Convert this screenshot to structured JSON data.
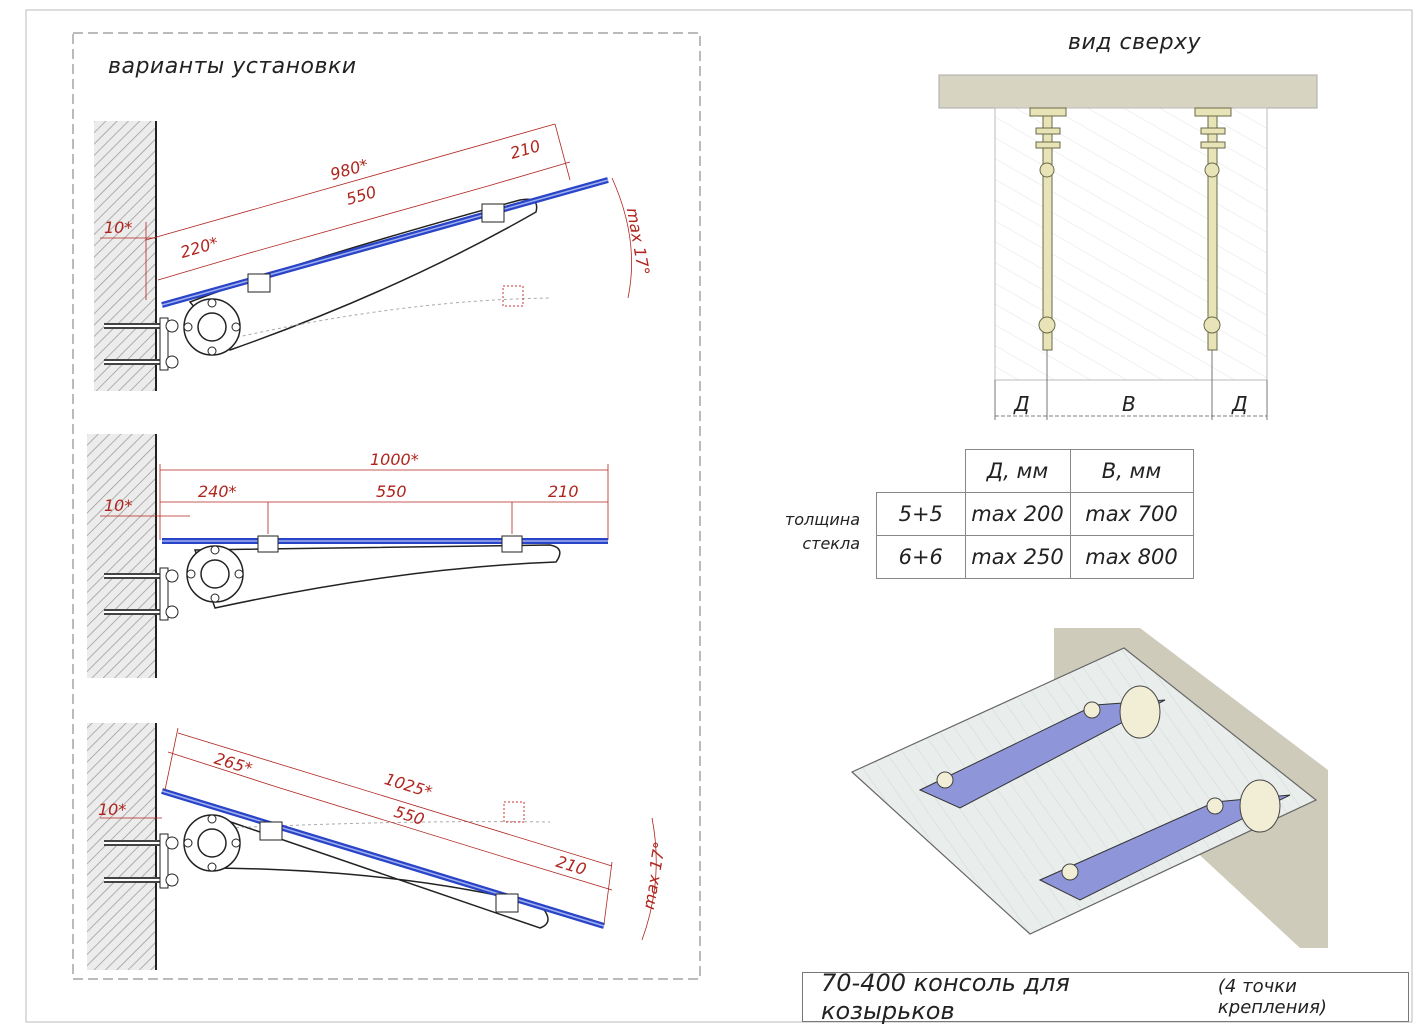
{
  "left_panel": {
    "title": "варианты установки",
    "variant_1": {
      "d_gap": "10*",
      "d_start": "220*",
      "d_mid": "550",
      "d_total": "980*",
      "d_end": "210",
      "angle": "max 17°"
    },
    "variant_2": {
      "d_gap": "10*",
      "d_start": "240*",
      "d_mid": "550",
      "d_total": "1000*",
      "d_end": "210"
    },
    "variant_3": {
      "d_gap": "10*",
      "d_start": "265*",
      "d_mid": "550",
      "d_total": "1025*",
      "d_end": "210",
      "angle": "max 17°"
    }
  },
  "top_view": {
    "title": "вид сверху",
    "label_left": "Д",
    "label_mid": "В",
    "label_right": "Д"
  },
  "spec_table": {
    "row_label_1": "толщина",
    "row_label_2": "стекла",
    "headers": [
      "Д, мм",
      "В, мм"
    ],
    "rows": [
      {
        "glass": "5+5",
        "d": "max 200",
        "b": "max 700"
      },
      {
        "glass": "6+6",
        "d": "max 250",
        "b": "max 800"
      }
    ]
  },
  "title_block": {
    "main": "70-400 консоль для козырьков",
    "sub": "(4 точки крепления)"
  },
  "colors": {
    "dimension": "#b0241e",
    "glass": "#2a44c8",
    "wall_hatch": "#9a9a9a",
    "ceiling": "#d8d4c2",
    "bracket": "#8e95d8"
  }
}
